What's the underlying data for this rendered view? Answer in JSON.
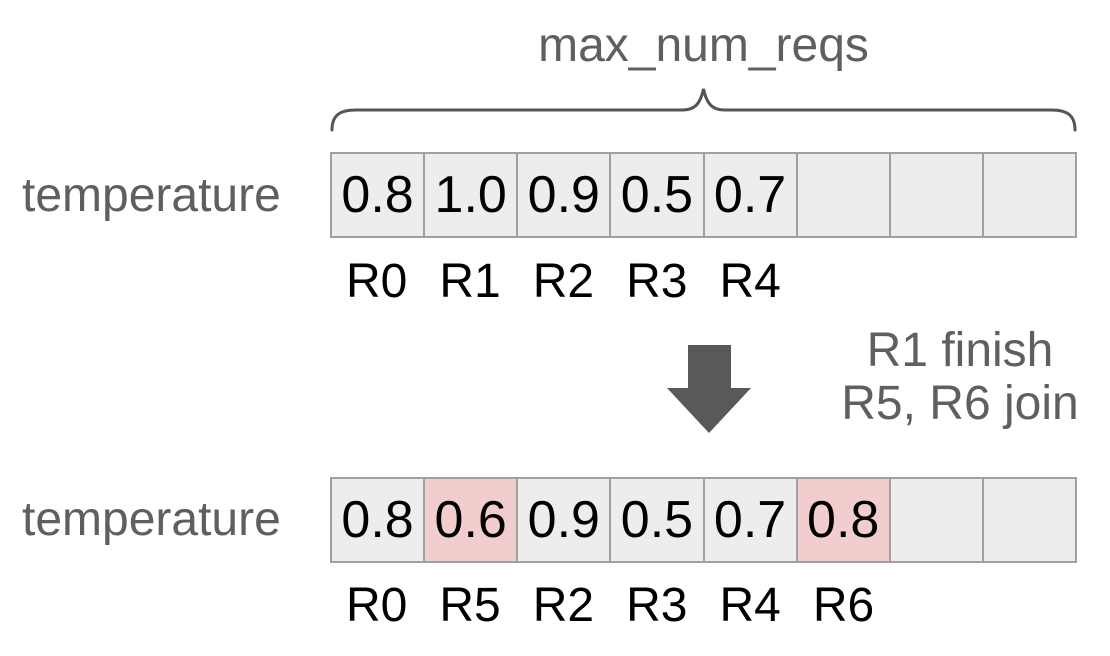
{
  "brace_label": "max_num_reqs",
  "colors": {
    "cell_background": "#ededed",
    "cell_border": "#a0a0a0",
    "highlight_background": "#f2cdcd",
    "label_gray": "#5f5f5f",
    "arrow_gray": "#595959",
    "value_black": "#000000"
  },
  "before": {
    "row_label": "temperature",
    "cells": [
      {
        "value": "0.8",
        "highlighted": false
      },
      {
        "value": "1.0",
        "highlighted": false
      },
      {
        "value": "0.9",
        "highlighted": false
      },
      {
        "value": "0.5",
        "highlighted": false
      },
      {
        "value": "0.7",
        "highlighted": false
      },
      {
        "value": "",
        "highlighted": false
      },
      {
        "value": "",
        "highlighted": false
      },
      {
        "value": "",
        "highlighted": false
      }
    ],
    "request_labels": [
      "R0",
      "R1",
      "R2",
      "R3",
      "R4"
    ]
  },
  "transition": {
    "arrow_icon": "down-block-arrow",
    "line1": "R1 finish",
    "line2": "R5, R6 join"
  },
  "after": {
    "row_label": "temperature",
    "cells": [
      {
        "value": "0.8",
        "highlighted": false
      },
      {
        "value": "0.6",
        "highlighted": true
      },
      {
        "value": "0.9",
        "highlighted": false
      },
      {
        "value": "0.5",
        "highlighted": false
      },
      {
        "value": "0.7",
        "highlighted": false
      },
      {
        "value": "0.8",
        "highlighted": true
      },
      {
        "value": "",
        "highlighted": false
      },
      {
        "value": "",
        "highlighted": false
      }
    ],
    "request_labels": [
      "R0",
      "R5",
      "R2",
      "R3",
      "R4",
      "R6"
    ]
  }
}
